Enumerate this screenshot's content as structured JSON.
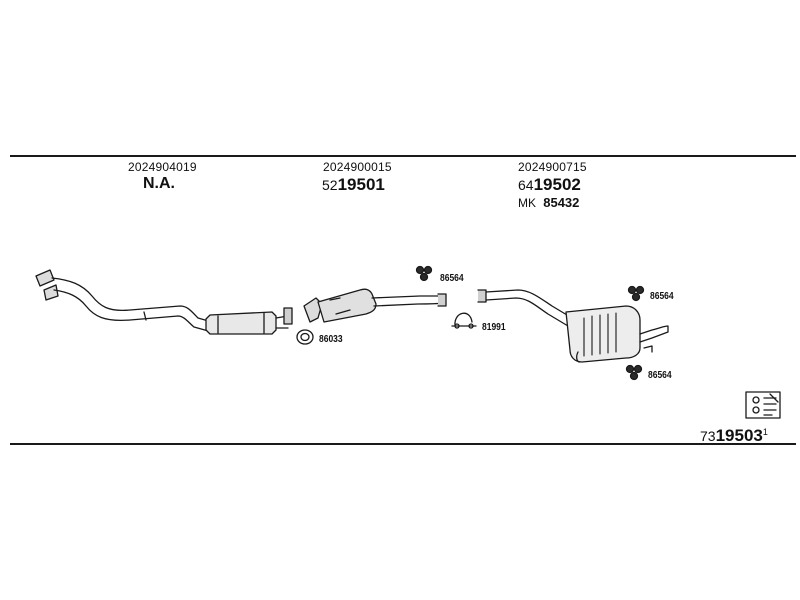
{
  "columns": [
    {
      "part_number": "2024904019",
      "status": "N.A."
    },
    {
      "part_number": "2024900015",
      "code_prefix": "52",
      "code_main": "19501"
    },
    {
      "part_number": "2024900715",
      "code_prefix": "64",
      "code_main": "19502",
      "kit_prefix": "MK",
      "kit_number": "85432"
    }
  ],
  "labels": {
    "rubber_mount_a": "86564",
    "ring_gasket": "86033",
    "clamp": "81991",
    "rubber_mount_b": "86564",
    "rubber_mount_c": "86564"
  },
  "reference": {
    "prefix": "73",
    "main": "19503",
    "suffix": "1"
  },
  "colors": {
    "line": "#1a1a1a",
    "background": "#ffffff"
  }
}
